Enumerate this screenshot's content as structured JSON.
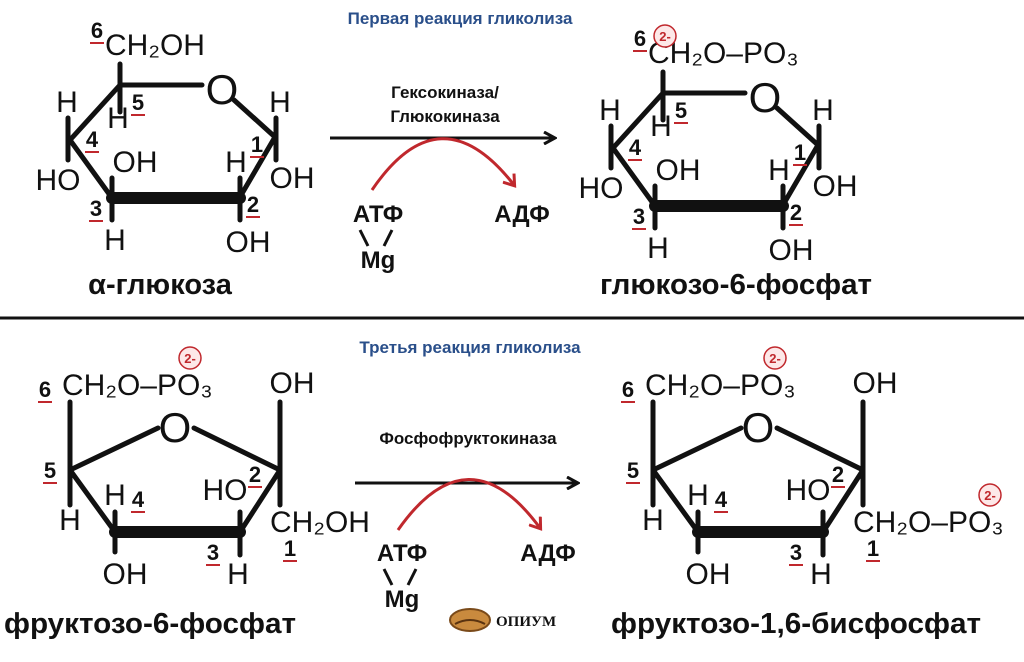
{
  "colors": {
    "title": "#2a4f8a",
    "accent_red": "#c0282d",
    "ink": "#111111"
  },
  "reaction1": {
    "title": "Первая реакция гликолиза",
    "enzyme_line1": "Гексокиназа/",
    "enzyme_line2": "Глюкокиназа",
    "cofactor_in": "АТФ",
    "cofactor_out": "АДФ",
    "metal": "Mg",
    "substrate": {
      "name": "α-глюкоза",
      "atoms": [
        "CH₂OH",
        "O",
        "H",
        "H",
        "HO",
        "H",
        "OH",
        "H",
        "OH",
        "OH",
        "H"
      ],
      "numbers": [
        "6",
        "5",
        "4",
        "1",
        "2",
        "3"
      ]
    },
    "product": {
      "name": "глюкозо-6-фосфат",
      "atoms": [
        "CH₂O–PO₃",
        "O",
        "H",
        "H",
        "HO",
        "H",
        "OH",
        "H",
        "OH",
        "OH",
        "H"
      ],
      "numbers": [
        "6",
        "5",
        "4",
        "1",
        "2",
        "3"
      ],
      "charges": [
        "2-"
      ]
    }
  },
  "reaction3": {
    "title": "Третья реакция гликолиза",
    "enzyme": "Фосфофруктокиназа",
    "cofactor_in": "АТФ",
    "cofactor_out": "АДФ",
    "metal": "Mg",
    "substrate": {
      "name": "фруктозо-6-фосфат",
      "atoms": [
        "CH₂O–PO₃",
        "O",
        "OH",
        "H",
        "HO",
        "CH₂OH",
        "H",
        "OH",
        "H"
      ],
      "numbers": [
        "6",
        "5",
        "4",
        "2",
        "3",
        "1"
      ],
      "charges": [
        "2-"
      ]
    },
    "product": {
      "name": "фруктозо-1,6-бисфосфат",
      "atoms": [
        "CH₂O–PO₃",
        "O",
        "OH",
        "H",
        "HO",
        "CH₂O–PO₃",
        "H",
        "OH",
        "H"
      ],
      "numbers": [
        "6",
        "5",
        "4",
        "2",
        "3",
        "1"
      ],
      "charges": [
        "2-",
        "2-"
      ]
    }
  },
  "watermark": {
    "text": "ОПИУМ"
  }
}
